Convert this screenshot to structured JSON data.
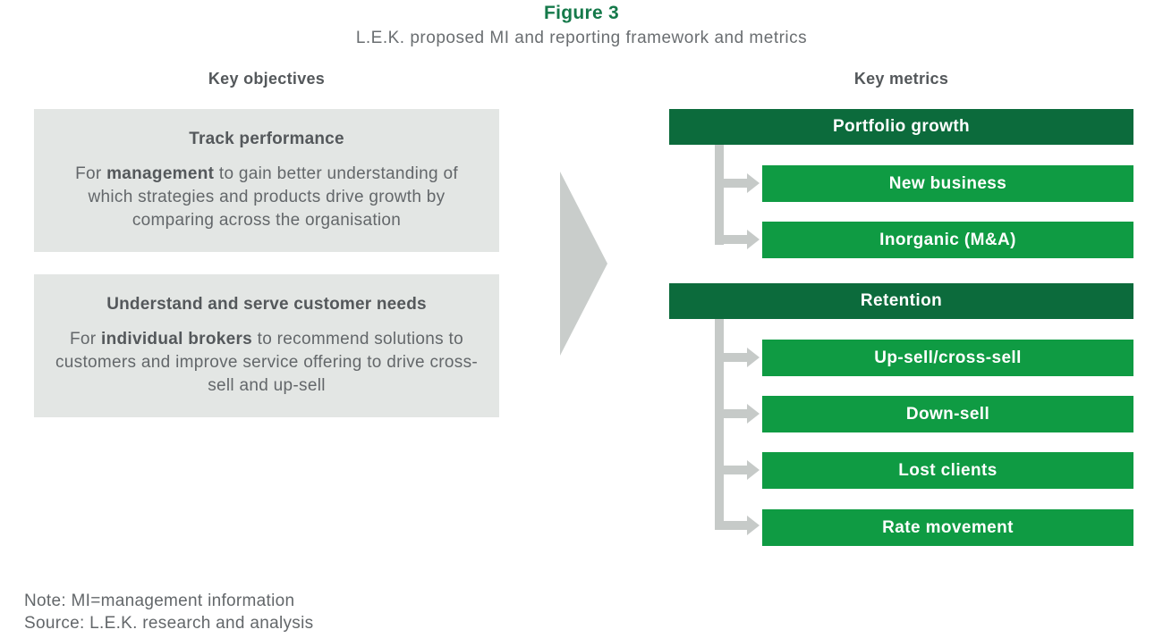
{
  "figure": {
    "label": "Figure 3",
    "subtitle": "L.E.K. proposed MI and reporting framework and metrics"
  },
  "objectives": {
    "heading": "Key objectives",
    "items": [
      {
        "title": "Track performance",
        "body_prefix": "For ",
        "body_bold": "management",
        "body_suffix": " to gain better understanding of which strategies and products drive growth by comparing across the organisation"
      },
      {
        "title": "Understand and serve customer needs",
        "body_prefix": "For ",
        "body_bold": "individual brokers",
        "body_suffix": " to recommend solutions to customers and improve service offering to drive cross-sell and up-sell"
      }
    ]
  },
  "metrics": {
    "heading": "Key metrics",
    "groups": [
      {
        "label": "Portfolio growth",
        "children": [
          {
            "label": "New business"
          },
          {
            "label": "Inorganic (M&A)"
          }
        ]
      },
      {
        "label": "Retention",
        "children": [
          {
            "label": "Up-sell/cross-sell"
          },
          {
            "label": "Down-sell"
          },
          {
            "label": "Lost clients"
          },
          {
            "label": "Rate movement"
          }
        ]
      }
    ]
  },
  "footnotes": {
    "note": "Note: MI=management information",
    "source": "Source: L.E.K. research and analysis"
  },
  "colors": {
    "dark_green": "#0c6b3c",
    "light_green": "#0f9b43",
    "title_green": "#15794a",
    "box_gray": "#e3e6e4",
    "connector_gray": "#c6cac8",
    "arrow_gray": "#c9cdcb",
    "heading_gray": "#54585b",
    "body_gray": "#63676a"
  }
}
